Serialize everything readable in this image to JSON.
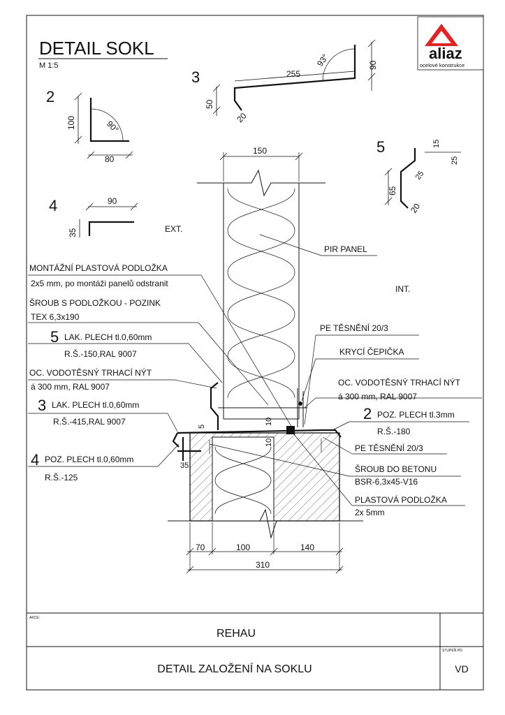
{
  "title": "DETAIL SOKL",
  "scale": "M 1:5",
  "logo": {
    "name": "aliaz",
    "tagline": "ocelové konstrukce",
    "accent_color": "#e8201f"
  },
  "side_labels": {
    "ext": "EXT.",
    "int": "INT."
  },
  "pieces": {
    "p2": {
      "num": "2",
      "height": "100",
      "width": "80",
      "angle": "90°"
    },
    "p3": {
      "num": "3",
      "length": "255",
      "angle": "93°",
      "right_height": "90",
      "left_height": "50",
      "hem": "20"
    },
    "p4": {
      "num": "4",
      "width": "90",
      "height": "35"
    },
    "p5": {
      "num": "5",
      "top": "15",
      "upper_right": "25",
      "upper_left": "25",
      "height": "65",
      "hem": "20"
    }
  },
  "callouts": {
    "panel_width": "150",
    "pir_panel": "PIR PANEL",
    "plastic_pad_1": "MONTÁŽNÍ PLASTOVÁ PODLOŽKA",
    "plastic_pad_2": "2x5 mm, po montáži panelů odstranit",
    "screw_1": "ŠROUB S PODLOŽKOU - POZINK",
    "screw_2": "TEX 6,3x190",
    "item5_num": "5",
    "item5_1": "LAK. PLECH tl.0,60mm",
    "item5_2": "R.Š.-150,RAL 9007",
    "rivet_left_1": "OC. VODOTĚSNÝ TRHACÍ NÝT",
    "rivet_left_2": "á 300 mm, RAL 9007",
    "item3_num": "3",
    "item3_1": "LAK. PLECH tl.0,60mm",
    "item3_2": "R.Š.-415,RAL 9007",
    "item4_num": "4",
    "item4_1": "POZ. PLECH tl.0,60mm",
    "item4_2": "R.Š.-125",
    "seal_top": "PE TĚSNĚNÍ 20/3",
    "cap": "KRYCÍ ČEPIČKA",
    "rivet_right_1": "OC. VODOTĚSNÝ TRHACÍ NÝT",
    "rivet_right_2": "á 300 mm, RAL 9007",
    "item2_num": "2",
    "item2_1": "POZ. PLECH tl.3mm",
    "item2_2": "R.Š.-180",
    "seal_bottom": "PE TĚSNĚNÍ 20/3",
    "concrete_screw_1": "ŠROUB DO BETONU",
    "concrete_screw_2": "BSR-6,3x45-V16",
    "plastic_pad2_1": "PLASTOVÁ PODLOŽKA",
    "plastic_pad2_2": "2x 5mm"
  },
  "small_dims": {
    "d5": "5",
    "d10a": "10",
    "d10b": "10",
    "d35": "35"
  },
  "base_dims": {
    "d70": "70",
    "d100": "100",
    "d140": "140",
    "total": "310"
  },
  "title_block": {
    "akce_label": "AKCE:",
    "project": "REHAU",
    "drawing": "DETAIL ZALOŽENÍ NA SOKLU",
    "stage_label": "STUPEŇ PD:",
    "stage": "VD"
  }
}
